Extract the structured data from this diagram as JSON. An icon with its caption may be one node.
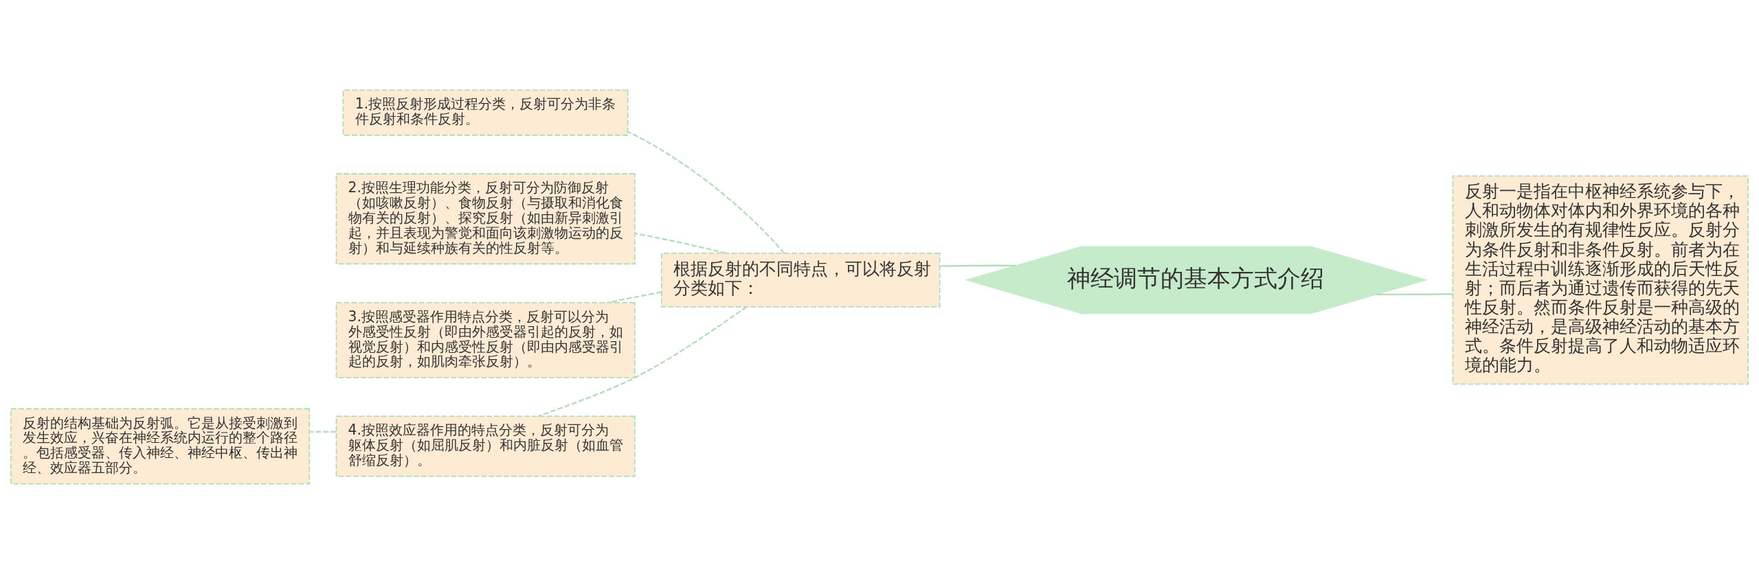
{
  "diagram": {
    "nodes": [
      {
        "text": [
          "神经调节的基本方式介绍"
        ]
      },
      {
        "text": [
          "根据反射的不同特点，可以将反射分类如下："
        ]
      },
      {
        "text": [
          "1.按照反射形成过程分类，反射可分为非条件反射和条件反射。"
        ]
      },
      {
        "text": [
          "2.按照生理功能分类，反射可分为防御反射（如咳嗽反射）、食物反射（与摄取和消化食物有关的反射）、探究反射（如由新异刺激引起，并且表现为警觉和面向该刺激物运动的反射）和与延续种族有关的性反射等。"
        ]
      },
      {
        "text": [
          "3.按照感受器作用特点分类，反射可以分为外感受性反射（即由外感受器引起的反射，如视觉反射）和内感受性反射（即由内感受器引起的反射，如肌肉牵张反射）。"
        ]
      },
      {
        "text": [
          "4.按照效应器作用的特点分类，反射可分为躯体反射（如屈肌反射）和内脏反射（如血管舒缩反射）。"
        ]
      },
      {
        "text": [
          "反射的结构基础为反射弧。它是从接受刺激到发生效应，兴奋在神经系统内运行的整个路径。包括感受器、传入神经、神经中枢、传出神经、效应器五部分。"
        ]
      },
      {
        "text": [
          "反射一是指在中枢神经系统参与下，人和动物体对体内和外界环境的各种刺激所发生的有规律性反应。反射分为条件反射和非条件反射。前者为在生活过程中训练逐渐形成的后天性反射；而后者为通过遗传而获得的先天性反射。然而条件反射是一种高级的神经活动，是高级神经活动的基本方式。条件反射提高了人和动物适应环境的能力。"
        ]
      }
    ],
    "edges": [
      {
        "from": 0,
        "to": 1,
        "arrow": "none"
      },
      {
        "from": 1,
        "to": 2,
        "arrow": "none",
        "style": "dashed"
      },
      {
        "from": 1,
        "to": 3,
        "arrow": "none",
        "style": "dashed"
      },
      {
        "from": 1,
        "to": 4,
        "arrow": "none",
        "style": "dashed"
      },
      {
        "from": 1,
        "to": 5,
        "arrow": "none",
        "style": "dashed"
      },
      {
        "from": 5,
        "to": 6,
        "arrow": "none",
        "style": "dashed"
      },
      {
        "from": 0,
        "to": 7,
        "arrow": "none"
      }
    ]
  }
}
